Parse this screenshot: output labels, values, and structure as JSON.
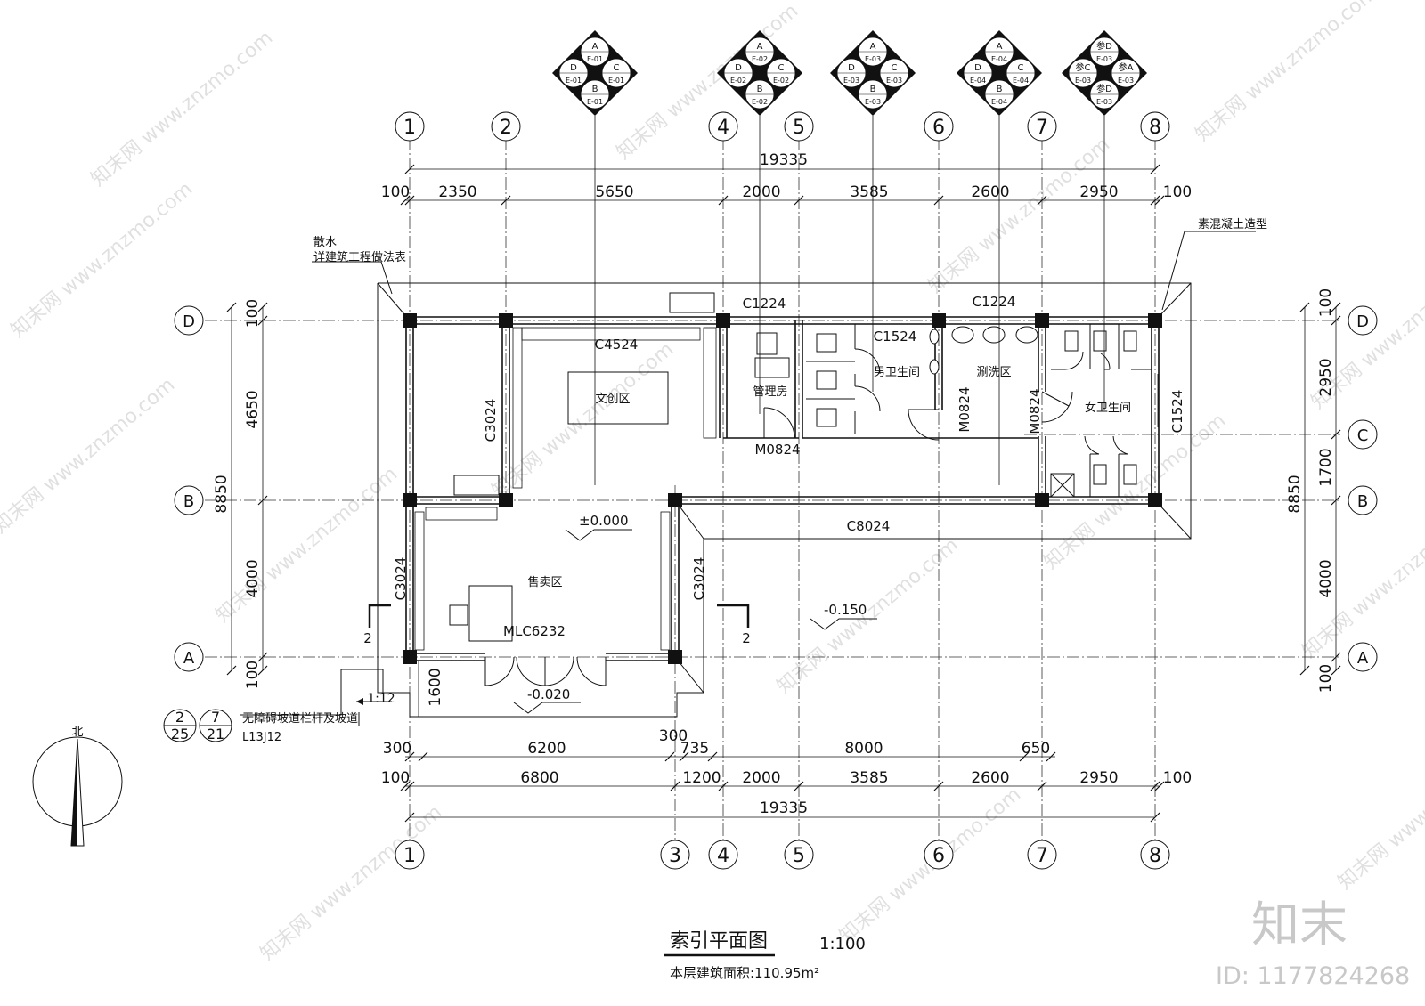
{
  "drawing": {
    "title": "索引平面图",
    "scale": "1:100",
    "area_label": "本层建筑面积:110.95m²"
  },
  "watermark": {
    "brand": "知末",
    "id": "ID: 1177824268",
    "site": "www.znzmo.com",
    "site_cn": "知末网"
  },
  "north": {
    "label": "北"
  },
  "axes": {
    "top": [
      "1",
      "2",
      "4",
      "5",
      "6",
      "7",
      "8"
    ],
    "bottom": [
      "1",
      "3",
      "4",
      "5",
      "6",
      "7",
      "8"
    ],
    "left": [
      "D",
      "B",
      "A"
    ],
    "right": [
      "D",
      "C",
      "B",
      "A"
    ]
  },
  "dims": {
    "top_total": "19335",
    "top_segments": [
      "100",
      "2350",
      "5650",
      "2000",
      "3585",
      "2600",
      "2950",
      "100"
    ],
    "bottom_row1": [
      "300",
      "6200",
      "300",
      "735",
      "8000",
      "650"
    ],
    "bottom_row2": [
      "100",
      "6800",
      "1200",
      "2000",
      "3585",
      "2600",
      "2950",
      "100"
    ],
    "bottom_total": "19335",
    "left_total": "8850",
    "left_segments": [
      "100",
      "4650",
      "4000",
      "100"
    ],
    "left_extra": "1600",
    "right_total": "8850",
    "right_segments": [
      "100",
      "2950",
      "1700",
      "4000",
      "100"
    ]
  },
  "rooms": {
    "wenchuang": "文创区",
    "shoumai": "售卖区",
    "guanli": "管理房",
    "nanwei": "男卫生间",
    "shuxi": "涮洗区",
    "nvwei": "女卫生间"
  },
  "openings": {
    "c1224a": "C1224",
    "c1224b": "C1224",
    "c4524": "C4524",
    "c1524a": "C1524",
    "c1524b": "C1524",
    "c3024a": "C3024",
    "c3024b": "C3024",
    "c3024c": "C3024",
    "m0824a": "M0824",
    "m0824b": "M0824",
    "m0824c": "M0824",
    "c8024": "C8024",
    "mlc6232": "MLC6232"
  },
  "levels": {
    "l0": "±0.000",
    "l1": "-0.150",
    "l2": "-0.020"
  },
  "notes": {
    "sanshui1": "散水",
    "sanshui2": "详建筑工程做法表",
    "concrete": "素混凝土造型",
    "ramp_slope": "1:12",
    "ramp_note": "无障碍坡道栏杆及坡道",
    "ramp_atlas": "L13J12",
    "idx_top_a": "2",
    "idx_bot_a": "25",
    "idx_top_b": "7",
    "idx_bot_b": "21",
    "section": "2"
  },
  "elev_symbols": [
    {
      "n": "A",
      "s": "D",
      "e": "C",
      "b": "B",
      "sn": "E-01",
      "ss": "E-01",
      "se": "E-01",
      "sb": "E-01"
    },
    {
      "n": "A",
      "s": "D",
      "e": "C",
      "b": "B",
      "sn": "E-02",
      "ss": "E-02",
      "se": "E-02",
      "sb": "E-02"
    },
    {
      "n": "A",
      "s": "D",
      "e": "C",
      "b": "B",
      "sn": "E-03",
      "ss": "E-03",
      "se": "E-03",
      "sb": "E-03"
    },
    {
      "n": "A",
      "s": "D",
      "e": "C",
      "b": "B",
      "sn": "E-04",
      "ss": "E-04",
      "se": "E-04",
      "sb": "E-04"
    },
    {
      "n": "参D",
      "s": "参C",
      "e": "参A",
      "b": "参D",
      "sn": "E-03",
      "ss": "E-03",
      "se": "E-03",
      "sb": "E-03"
    }
  ]
}
